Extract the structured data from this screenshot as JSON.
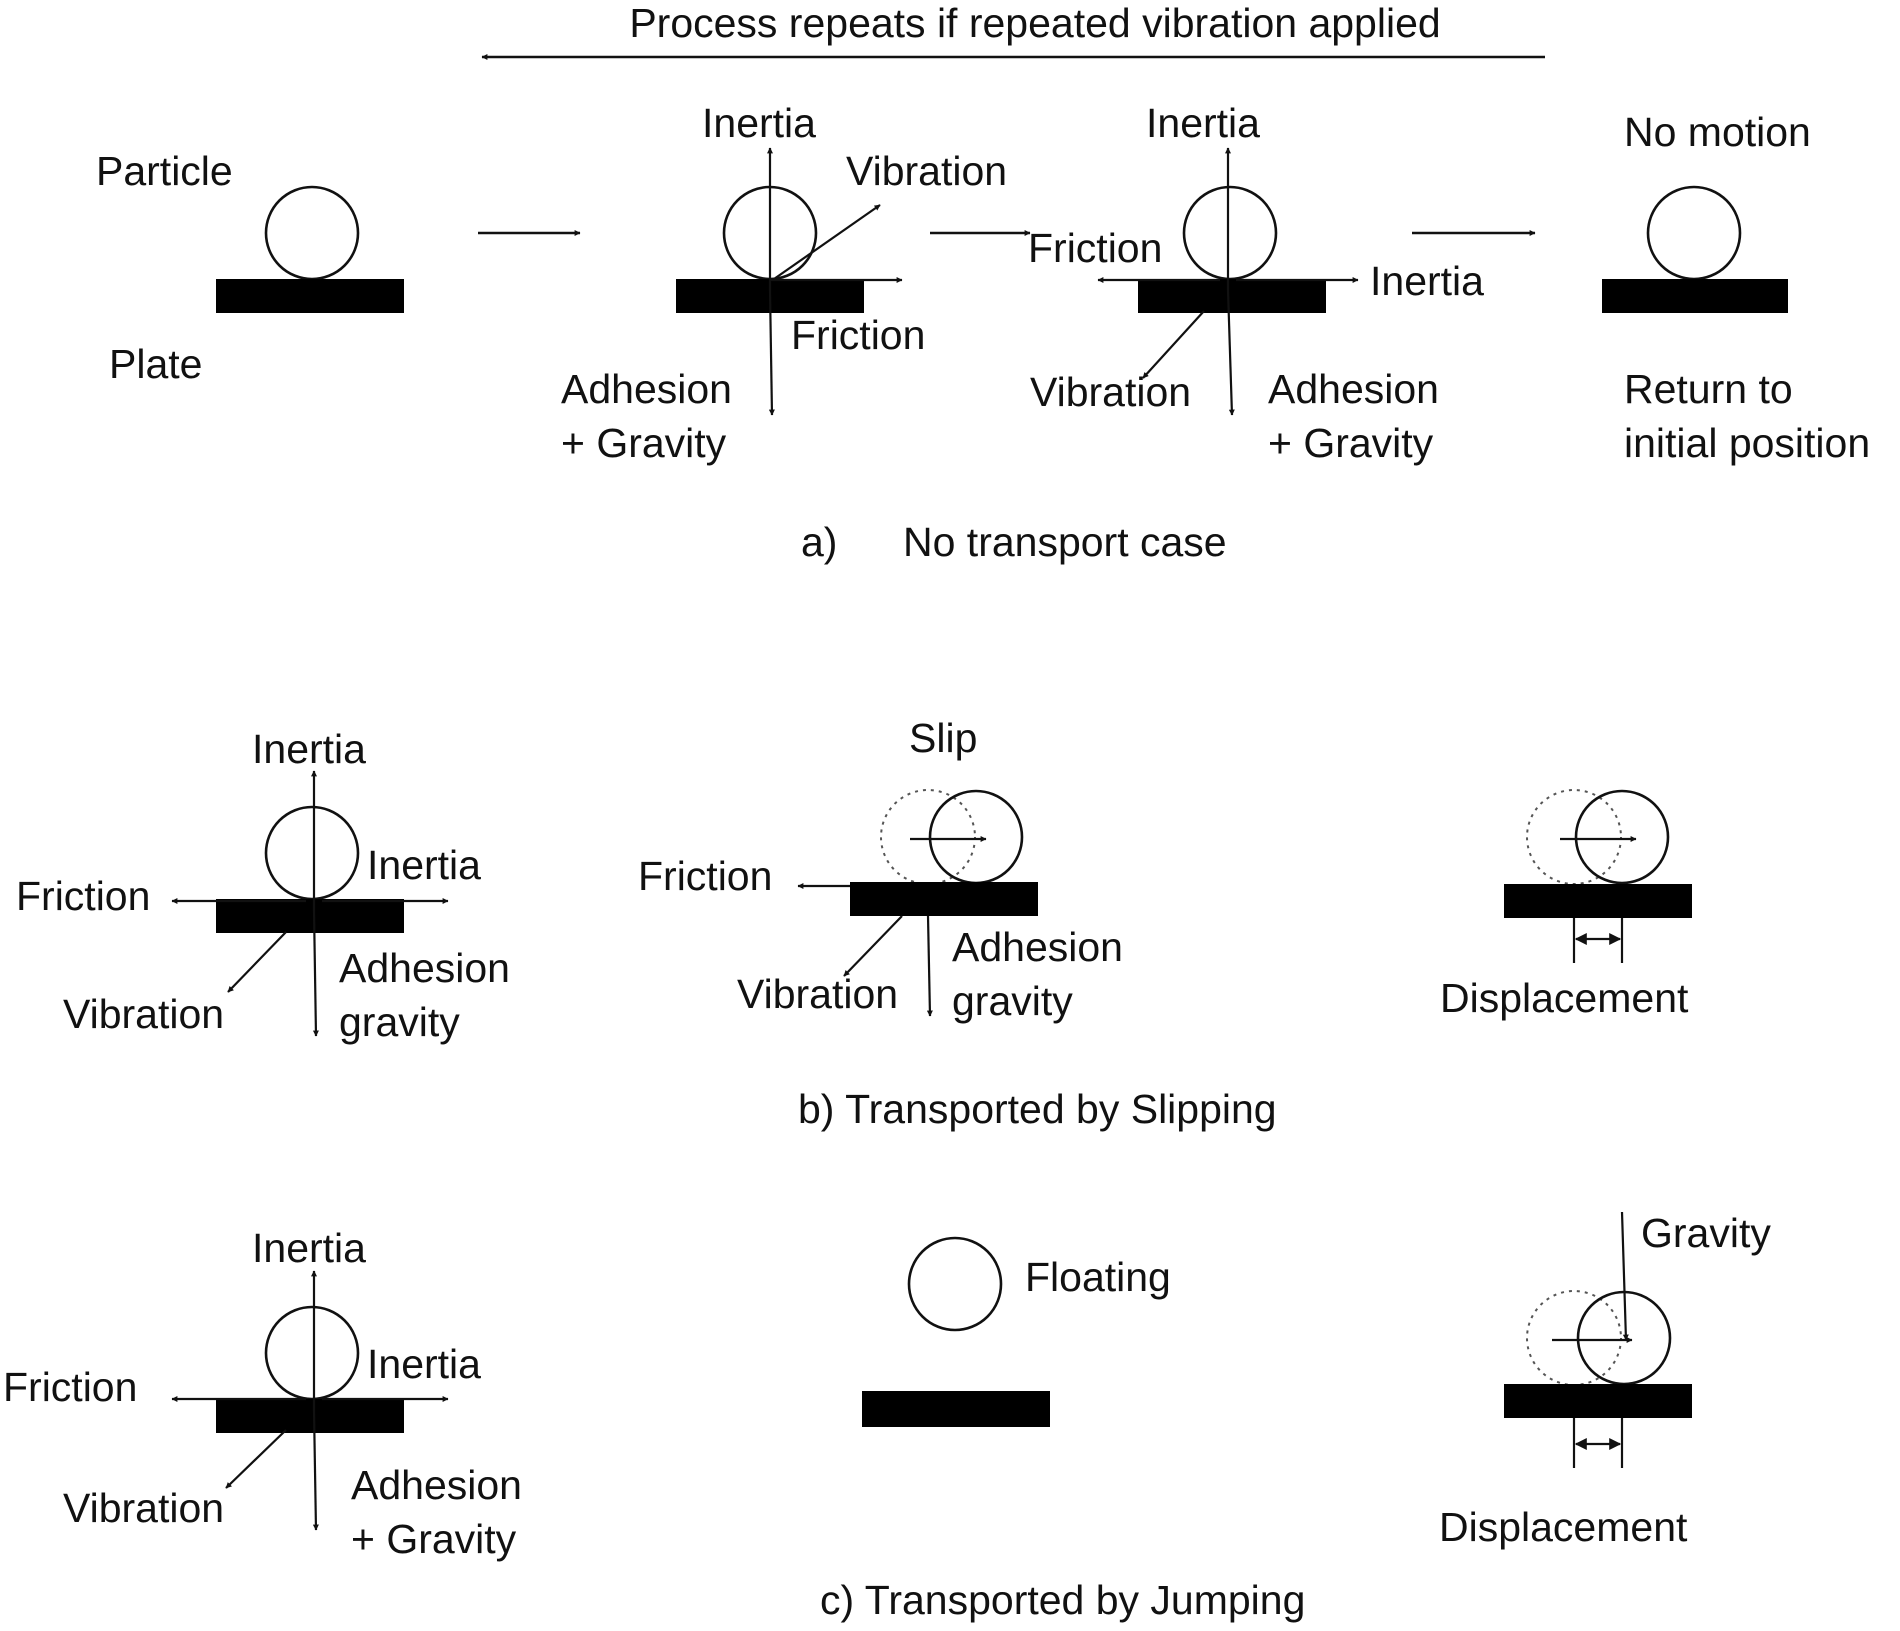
{
  "header": {
    "repeat_text": "Process repeats if repeated vibration applied"
  },
  "panel_a": {
    "caption_prefix": "a)",
    "caption": "No transport case",
    "stage1": {
      "particle": "Particle",
      "plate": "Plate"
    },
    "stage2": {
      "inertia": "Inertia",
      "vibration": "Vibration",
      "friction": "Friction",
      "adhesion_1": "Adhesion",
      "adhesion_2": "+ Gravity"
    },
    "stage3": {
      "inertia_up": "Inertia",
      "friction": "Friction",
      "inertia_side": "Inertia",
      "vibration": "Vibration",
      "adhesion_1": "Adhesion",
      "adhesion_2": "+ Gravity"
    },
    "stage4": {
      "no_motion": "No motion",
      "return_1": "Return to",
      "return_2": "initial position"
    }
  },
  "panel_b": {
    "caption": "b) Transported by Slipping",
    "stage1": {
      "inertia_up": "Inertia",
      "inertia_side": "Inertia",
      "friction": "Friction",
      "vibration": "Vibration",
      "adhesion_1": "Adhesion",
      "adhesion_2": "gravity"
    },
    "stage2": {
      "slip": "Slip",
      "friction": "Friction",
      "vibration": "Vibration",
      "adhesion_1": "Adhesion",
      "adhesion_2": "gravity"
    },
    "stage3": {
      "displacement": "Displacement"
    }
  },
  "panel_c": {
    "caption": "c) Transported by Jumping",
    "stage1": {
      "inertia_up": "Inertia",
      "inertia_side": "Inertia",
      "friction": "Friction",
      "vibration": "Vibration",
      "adhesion_1": "Adhesion",
      "adhesion_2": "+ Gravity"
    },
    "stage2": {
      "floating": "Floating"
    },
    "stage3": {
      "gravity": "Gravity",
      "displacement": "Displacement"
    }
  }
}
